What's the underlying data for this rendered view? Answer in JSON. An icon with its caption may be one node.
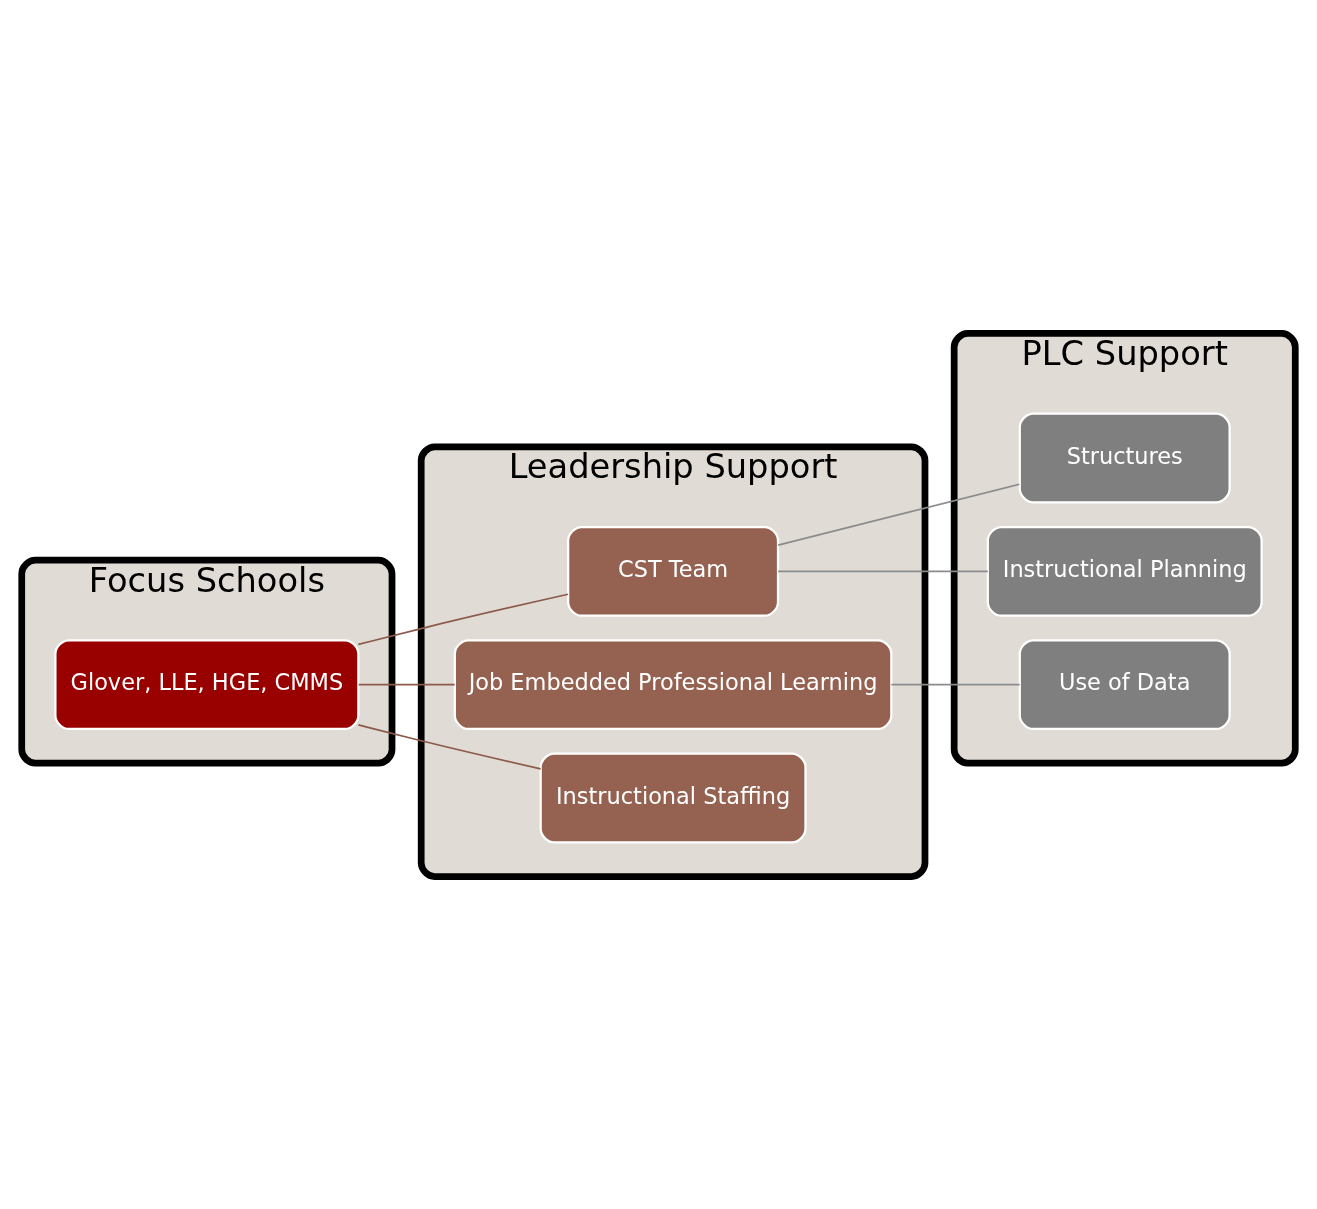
{
  "diagram": {
    "nodes": [
      {
        "text": [
          "Focus Schools"
        ]
      },
      {
        "text": [
          "Leadership Support"
        ]
      },
      {
        "text": [
          "PLC Support"
        ]
      },
      {
        "text": [
          "Glover, LLE, HGE, CMMS"
        ],
        "in": 0
      },
      {
        "text": [
          "CST Team"
        ],
        "in": 1
      },
      {
        "text": [
          "Job Embedded Professional Learning"
        ],
        "in": 1
      },
      {
        "text": [
          "Instructional Staffing"
        ],
        "in": 1
      },
      {
        "text": [
          "Structures"
        ],
        "in": 2
      },
      {
        "text": [
          "Instructional Planning"
        ],
        "in": 2
      },
      {
        "text": [
          "Use of Data"
        ],
        "in": 2
      }
    ],
    "edges": [
      {
        "from": 3,
        "to": 4,
        "arrow": "none",
        "color": "#8b5a4a"
      },
      {
        "from": 3,
        "to": 5,
        "arrow": "none",
        "color": "#8b5a4a"
      },
      {
        "from": 3,
        "to": 6,
        "arrow": "none",
        "color": "#8b5a4a"
      },
      {
        "from": 4,
        "to": 7,
        "arrow": "none",
        "color": "#8c8c8c"
      },
      {
        "from": 4,
        "to": 8,
        "arrow": "none",
        "color": "#8c8c8c"
      },
      {
        "from": 5,
        "to": 9,
        "arrow": "none",
        "color": "#8c8c8c"
      }
    ]
  }
}
